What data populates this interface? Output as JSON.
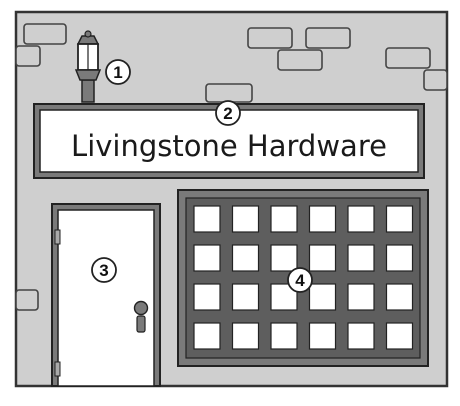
{
  "sign": {
    "text": "Livingstone Hardware"
  },
  "markers": [
    {
      "number": "1",
      "refers_to": "lamp"
    },
    {
      "number": "2",
      "refers_to": "sign"
    },
    {
      "number": "3",
      "refers_to": "door"
    },
    {
      "number": "4",
      "refers_to": "window"
    }
  ],
  "window": {
    "rows": 4,
    "cols": 6
  },
  "colors": {
    "wall": "#cfcfcf",
    "outline": "#333333",
    "sign_bg": "#ffffff",
    "door": "#ffffff",
    "window_frame": "#7a7a7a",
    "window_pane": "#ffffff",
    "lamp_metal": "#7a7a7a"
  }
}
